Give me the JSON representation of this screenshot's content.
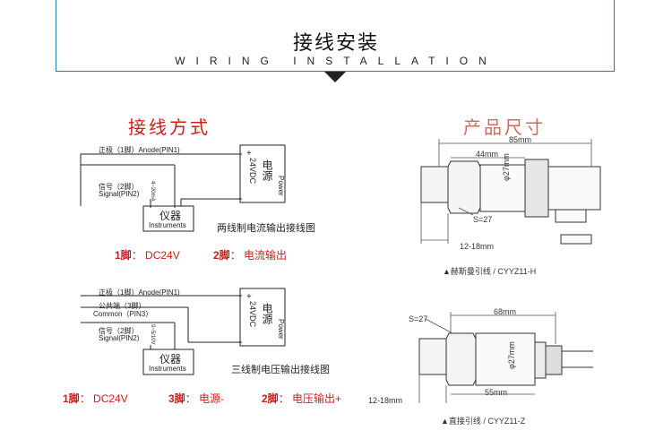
{
  "header": {
    "title": "接线安装",
    "subtitle": "WIRING INSTALLATION"
  },
  "wiring": {
    "title": "接线方式",
    "two_wire": {
      "anode": "正极（1脚）Anode(PIN1)",
      "signal_cn": "信号（2脚）",
      "signal_en": "Signal(PIN2)",
      "current": "4~20mA",
      "instrument_cn": "仪器",
      "instrument_en": "Instruments",
      "power_voltage": "24VDC",
      "power_cn": "电源",
      "power_en": "Power",
      "caption": "两线制电流输出接线图",
      "pins": [
        {
          "num": "1脚",
          "sep": "：",
          "desc": "DC24V"
        },
        {
          "num": "2脚",
          "sep": "：",
          "desc": "电流输出"
        }
      ]
    },
    "three_wire": {
      "anode": "正极（1脚）Anode(PIN1)",
      "common_cn": "公共端（3脚）",
      "common_en": "Common（PIN3）",
      "signal_cn": "信号（2脚）",
      "signal_en": "Signal(PIN2)",
      "voltage": "0~5/10V",
      "instrument_cn": "仪器",
      "instrument_en": "Instruments",
      "power_voltage": "24VDC",
      "power_cn": "电源",
      "power_en": "Power",
      "caption": "三线制电压输出接线图",
      "pins": [
        {
          "num": "1脚",
          "sep": "：",
          "desc": "DC24V"
        },
        {
          "num": "3脚",
          "sep": "：",
          "desc": "电源-"
        },
        {
          "num": "2脚",
          "sep": "：",
          "desc": "电压输出+"
        }
      ]
    }
  },
  "dimensions": {
    "title": "产品尺寸",
    "top": {
      "overall": "85mm",
      "body": "44mm",
      "diameter": "φ27mm",
      "hex": "S=27",
      "thread": "12-18mm",
      "caption": "▲赫斯曼引线 / CYYZ11-H"
    },
    "bottom": {
      "overall": "68mm",
      "body": "55mm",
      "diameter": "φ27mm",
      "hex": "S=27",
      "thread": "12-18mm",
      "caption": "▲直接引线 / CYYZ11-Z"
    }
  }
}
